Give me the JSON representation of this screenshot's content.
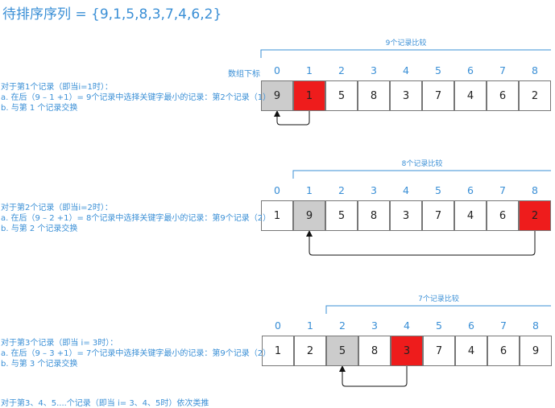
{
  "title": "待排序序列 = {9,1,5,8,3,7,4,6,2}",
  "index_label": "数组下标",
  "indices": [
    "0",
    "1",
    "2",
    "3",
    "4",
    "5",
    "6",
    "7",
    "8"
  ],
  "passes": [
    {
      "bracket_label": "9个记录比较",
      "cells": [
        {
          "value": "9",
          "state": "gray"
        },
        {
          "value": "1",
          "state": "red"
        },
        {
          "value": "5",
          "state": "normal"
        },
        {
          "value": "8",
          "state": "normal"
        },
        {
          "value": "3",
          "state": "normal"
        },
        {
          "value": "7",
          "state": "normal"
        },
        {
          "value": "4",
          "state": "normal"
        },
        {
          "value": "6",
          "state": "normal"
        },
        {
          "value": "2",
          "state": "normal"
        }
      ],
      "notes": [
        "对于第1个记录（即当i=1时）：",
        "a. 在后（9 – 1 +1）= 9个记录中选择关键字最小的记录：第2个记录（1）",
        "b. 与第 1 个记录交换"
      ]
    },
    {
      "bracket_label": "8个记录比较",
      "cells": [
        {
          "value": "1",
          "state": "normal"
        },
        {
          "value": "9",
          "state": "gray"
        },
        {
          "value": "5",
          "state": "normal"
        },
        {
          "value": "8",
          "state": "normal"
        },
        {
          "value": "3",
          "state": "normal"
        },
        {
          "value": "7",
          "state": "normal"
        },
        {
          "value": "4",
          "state": "normal"
        },
        {
          "value": "6",
          "state": "normal"
        },
        {
          "value": "2",
          "state": "red"
        }
      ],
      "notes": [
        "对于第2个记录（即当i=2时）：",
        "a. 在后（9 – 2 +1）= 8个记录中选择关键字最小的记录：第9个记录（2）",
        "b. 与第 2 个记录交换"
      ]
    },
    {
      "bracket_label": "7个记录比较",
      "cells": [
        {
          "value": "1",
          "state": "normal"
        },
        {
          "value": "2",
          "state": "normal"
        },
        {
          "value": "5",
          "state": "gray"
        },
        {
          "value": "8",
          "state": "normal"
        },
        {
          "value": "3",
          "state": "red"
        },
        {
          "value": "7",
          "state": "normal"
        },
        {
          "value": "4",
          "state": "normal"
        },
        {
          "value": "6",
          "state": "normal"
        },
        {
          "value": "9",
          "state": "normal"
        }
      ],
      "notes": [
        "对于第3个记录（即当 i= 3时）：",
        "a. 在后（9 – 3 +1）= 7个记录中选择关键字最小的记录：第9个记录（2）",
        "b. 与第 3 个记录交换"
      ]
    }
  ],
  "footer": "对于第3、4、5....个记录（即当 i= 3、4、5时）依次类推",
  "colors": {
    "text": "#3a8fd6",
    "gray": "#cccccc",
    "red": "#ee1c1c"
  }
}
